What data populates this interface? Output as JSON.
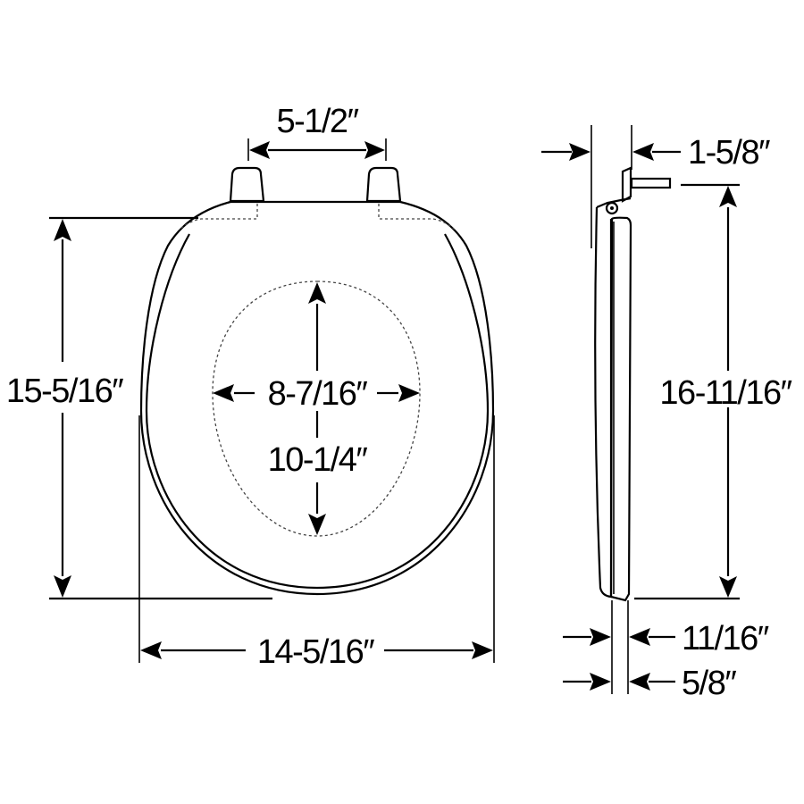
{
  "diagram": {
    "subject": "toilet seat dimension drawing",
    "colors": {
      "line": "#000000",
      "background": "#ffffff",
      "dashed": "#444444"
    },
    "front_view": {
      "dimensions": {
        "hinge_spacing": "5-1/2″",
        "overall_length": "15-5/16″",
        "opening_width": "8-7/16″",
        "opening_length": "10-1/4″",
        "overall_width": "14-5/16″"
      }
    },
    "side_view": {
      "dimensions": {
        "hinge_depth": "1-5/8″",
        "total_length": "16-11/16″",
        "seat_thickness_a": "11/16″",
        "seat_thickness_b": "5/8″"
      }
    }
  }
}
